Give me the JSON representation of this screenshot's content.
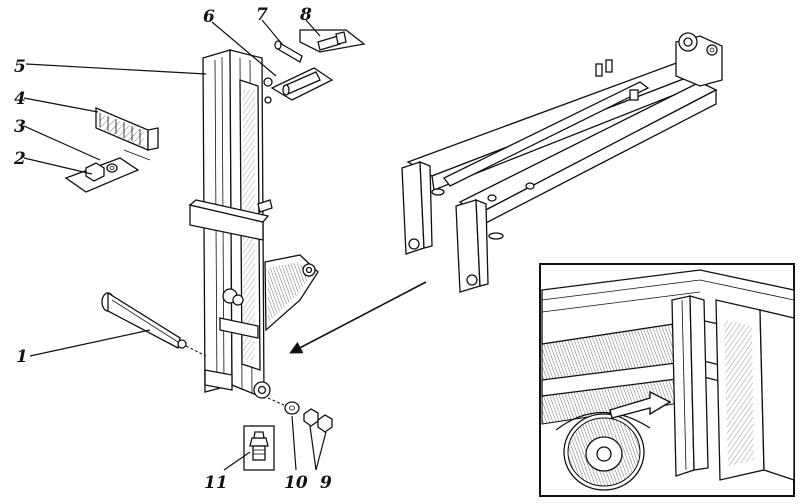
{
  "callouts": [
    "1",
    "2",
    "3",
    "4",
    "5",
    "6",
    "7",
    "8",
    "9",
    "10",
    "11"
  ],
  "colors": {
    "ink": "#111111",
    "paper": "#ffffff"
  }
}
